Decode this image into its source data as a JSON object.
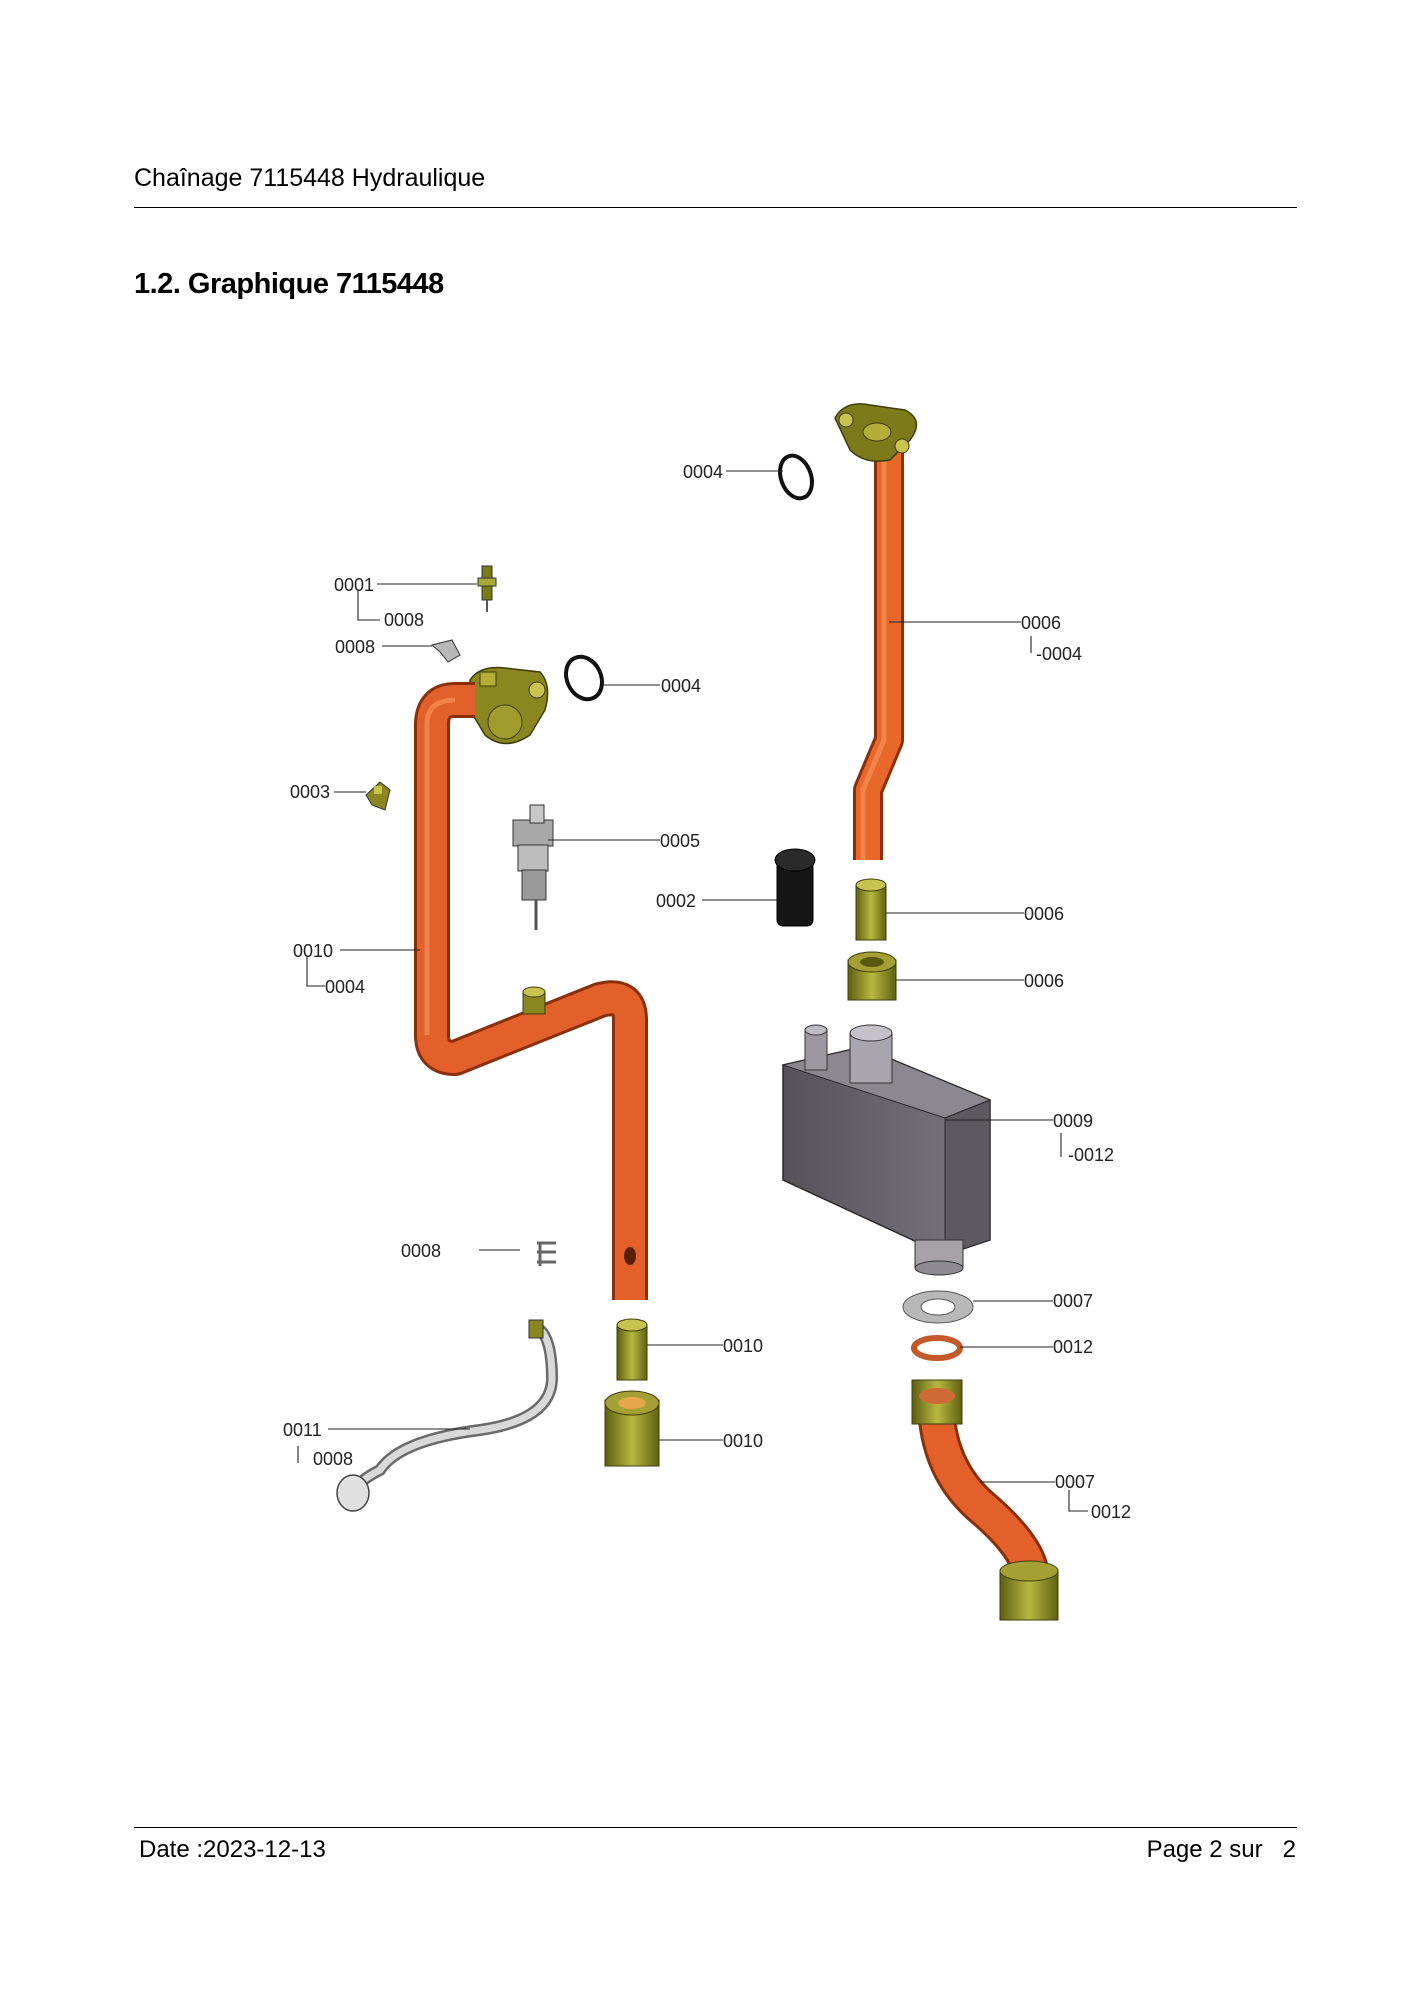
{
  "header": {
    "title": "Chaînage 7115448 Hydraulique"
  },
  "section": {
    "title": "1.2. Graphique 7115448"
  },
  "callouts": {
    "c1": "0004",
    "c2": "0001",
    "c3": "0008",
    "c4": "0008",
    "c5": "0004",
    "c6": "0003",
    "c7": "0005",
    "c8": "0002",
    "c9": "0010",
    "c10": "0004",
    "c11": "0006",
    "c12": "-0004",
    "c13": "0006",
    "c14": "0006",
    "c15": "0009",
    "c16": "-0012",
    "c17": "0008",
    "c18": "0007",
    "c19": "0012",
    "c20": "0010",
    "c21": "0010",
    "c22": "0011",
    "c23": "0008",
    "c24": "0007",
    "c25": "0012"
  },
  "colors": {
    "pipe_copper": "#d9571f",
    "brass": "#8a8a1e",
    "tank_grey": "#6e6a6f",
    "gasket_red": "#d06030"
  },
  "footer": {
    "date": "Date :2023-12-13",
    "page": "Page 2 sur   2"
  }
}
